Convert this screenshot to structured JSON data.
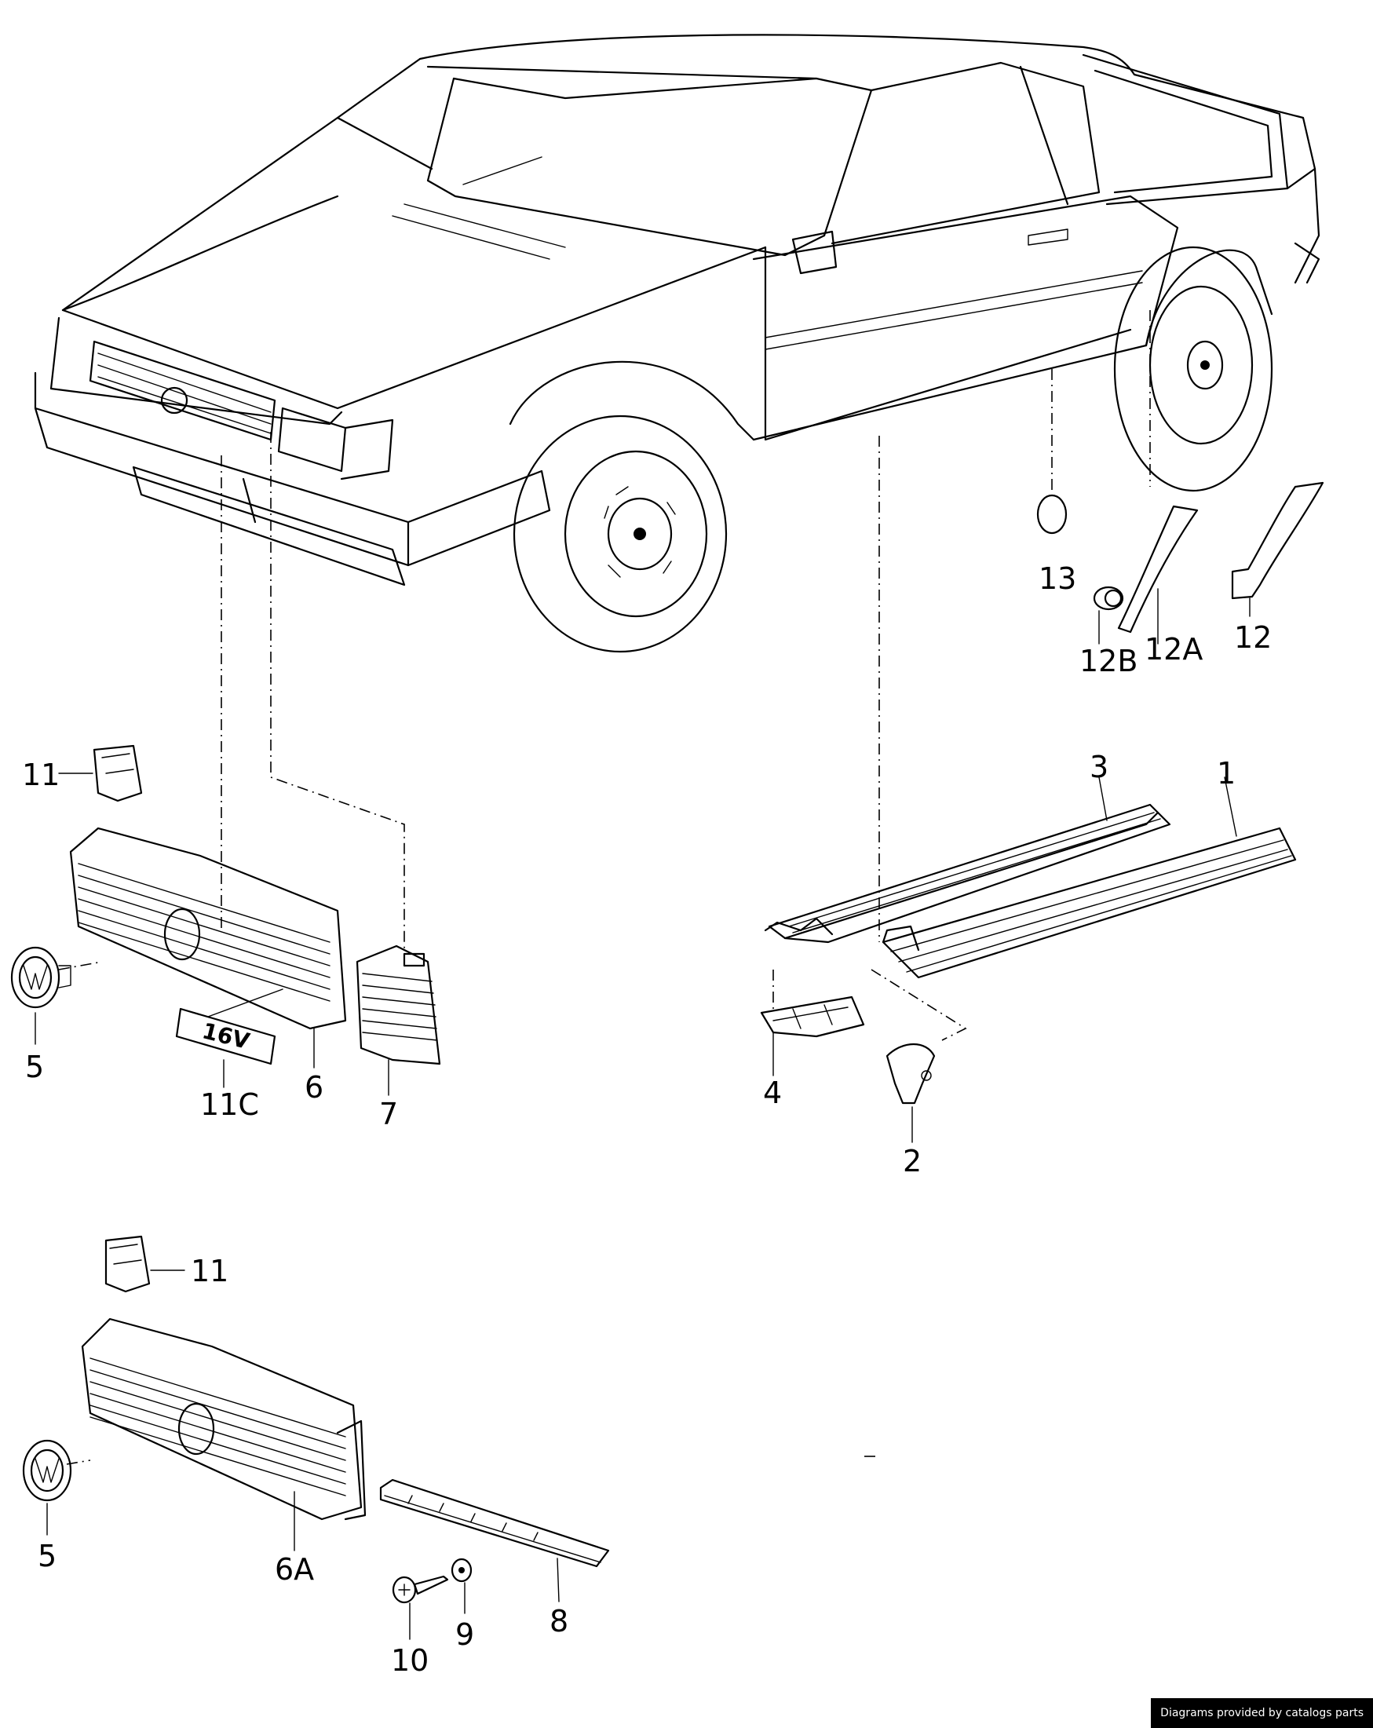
{
  "labels": {
    "p1": "1",
    "p2": "2",
    "p3": "3",
    "p4": "4",
    "p5a": "5",
    "p5b": "5",
    "p6": "6",
    "p6a": "6A",
    "p7": "7",
    "p8": "8",
    "p9": "9",
    "p10": "10",
    "p11a": "11",
    "p11b": "11",
    "p11c": "11C",
    "p12": "12",
    "p12a": "12A",
    "p12b": "12B",
    "p13": "13"
  },
  "badge_text": "16V",
  "credit": "Diagrams provided by catalogs parts"
}
